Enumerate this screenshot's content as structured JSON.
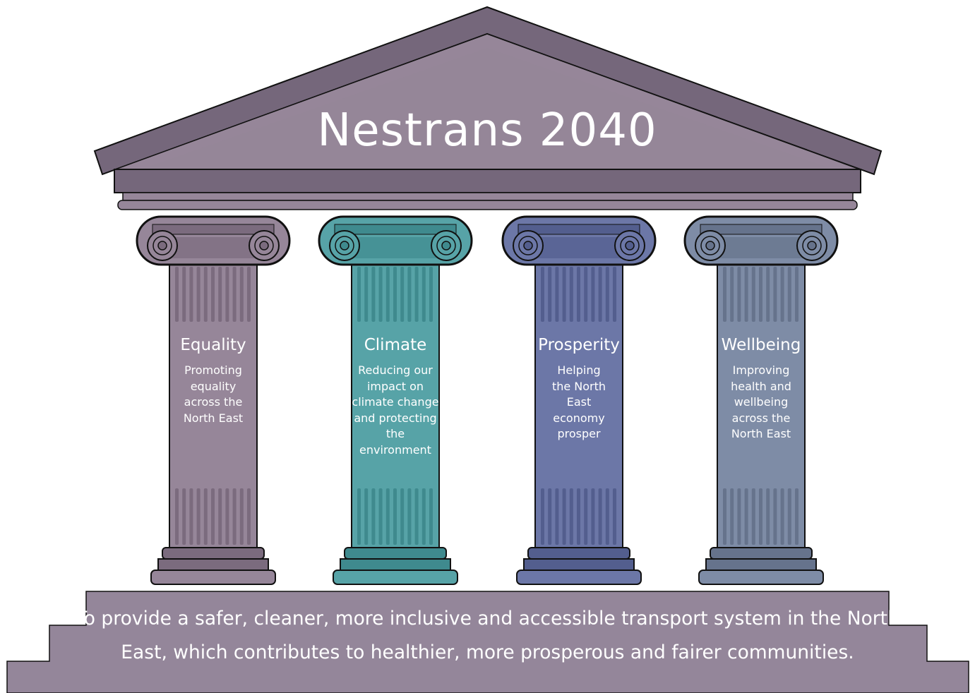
{
  "title": "Nestrans 2040",
  "pillars": [
    {
      "name": "Equality",
      "description": "Promoting equality across the North East",
      "color": "#968699",
      "dark": "#7b6b7e"
    },
    {
      "name": "Climate",
      "description": "Reducing our impact on climate change and protecting the environment",
      "color": "#57a3a7",
      "dark": "#3f8a8e"
    },
    {
      "name": "Prosperity",
      "description": "Helping the North East economy prosper",
      "color": "#6c77a7",
      "dark": "#535e8e"
    },
    {
      "name": "Wellbeing",
      "description": "Improving health and wellbeing across the North East",
      "color": "#7e8ca6",
      "dark": "#66738c"
    }
  ],
  "vision": "To provide a safer, cleaner, more inclusive and accessible transport system in the North East, which contributes to healthier, more prosperous and fairer communities.",
  "colors": {
    "roof": "#958698",
    "roof_dark": "#75677b",
    "base": "#94869a",
    "outline": "#111111"
  }
}
